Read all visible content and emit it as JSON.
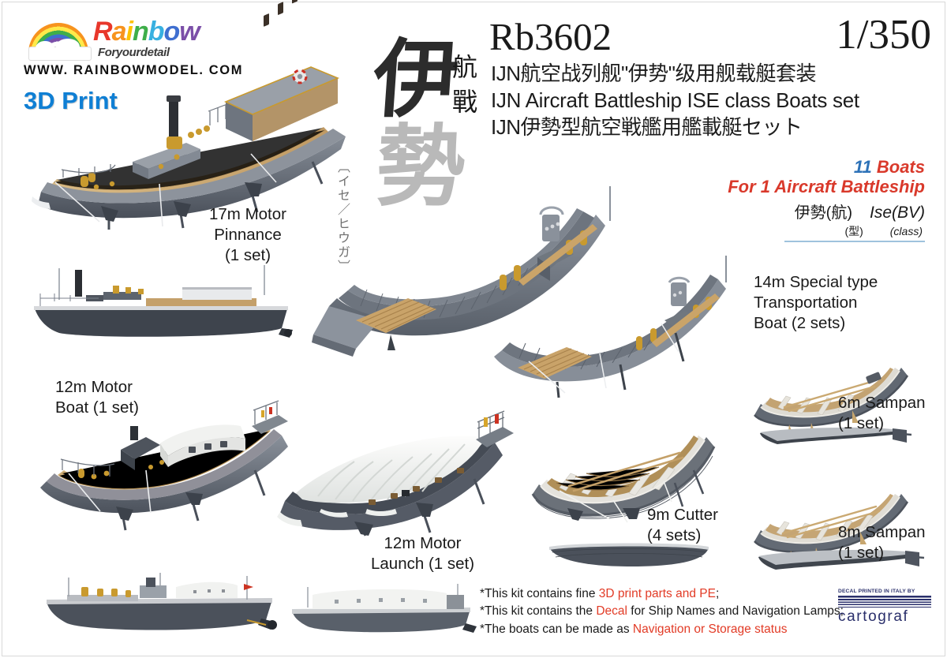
{
  "brand": {
    "logo_word_letters": [
      "R",
      "a",
      "i",
      "n",
      "b",
      "o",
      "w"
    ],
    "logo_name": "Rainbow",
    "tagline": "Foryourdetail",
    "website": "WWW. RAINBOWMODEL. COM",
    "print_badge": "3D Print",
    "rainbow_icon": "rainbow-icon"
  },
  "title": {
    "kit_number": "Rb3602",
    "scale": "1/350",
    "line_cn": "IJN航空战列舰\"伊势\"级用舰载艇套装",
    "line_en": "IJN Aircraft Battleship ISE class Boats set",
    "line_jp": "IJN伊勢型航空戦艦用艦載艇セット"
  },
  "calligraphy": {
    "kanji_top": "伊",
    "kanji_bottom": "勢",
    "side_top": "航",
    "side_bottom": "戰",
    "romaji_vertical": "〔イセ／ヒウガ〕"
  },
  "boat_count": {
    "count": "11",
    "count_suffix": " Boats",
    "line2": "For 1 Aircraft Battleship",
    "class_jp": "伊勢(航)",
    "class_en": "Ise(BV)",
    "class_jp_sub": "(型)",
    "class_en_sub": "(class)"
  },
  "boats": [
    {
      "id": "motor-pinnace-17m",
      "label": "17m Motor\nPinnance\n(1 set)",
      "size": "17m",
      "name": "Motor Pinnance",
      "sets": "1 set"
    },
    {
      "id": "special-transport-14m",
      "label": "14m Special type\nTransportation\nBoat (2 sets)",
      "size": "14m",
      "name": "Special type Transportation Boat",
      "sets": "2 sets"
    },
    {
      "id": "motor-boat-12m",
      "label": "12m Motor\nBoat (1 set)",
      "size": "12m",
      "name": "Motor Boat",
      "sets": "1 set"
    },
    {
      "id": "motor-launch-12m",
      "label": "12m Motor\nLaunch (1 set)",
      "size": "12m",
      "name": "Motor Launch",
      "sets": "1 set"
    },
    {
      "id": "cutter-9m",
      "label": "9m Cutter\n(4 sets)",
      "size": "9m",
      "name": "Cutter",
      "sets": "4 sets"
    },
    {
      "id": "sampan-6m",
      "label": "6m Sampan\n(1 set)",
      "size": "6m",
      "name": "Sampan",
      "sets": "1 set"
    },
    {
      "id": "sampan-8m",
      "label": "8m Sampan\n(1 set)",
      "size": "8m",
      "name": "Sampan",
      "sets": "1 set"
    }
  ],
  "notes": {
    "line1_a": "*This kit contains fine ",
    "line1_hl": "3D print parts and PE",
    "line1_b": ";",
    "line2_a": "*This kit contains the ",
    "line2_hl": "Decal",
    "line2_b": " for Ship Names and Navigation Lamps;",
    "line3_a": "*The boats can be made as ",
    "line3_hl": "Navigation or Storage status",
    "line3_b": ""
  },
  "cartograf": {
    "top_text": "DECAL PRINTED IN ITALY BY",
    "name": "cartograf"
  },
  "colors": {
    "hull_gray": "#6f757e",
    "hull_gray_dark": "#454b55",
    "deck_wood": "#c9a369",
    "deck_wood_light": "#ddc089",
    "brass": "#c99a2e",
    "canvas_white": "#f2f3f0",
    "accent_red": "#d9392b",
    "accent_blue": "#2d72b8",
    "brand_blue": "#0f7fd4",
    "cartograf_navy": "#2a2f6b",
    "rule_blue": "#9fc3dd"
  }
}
